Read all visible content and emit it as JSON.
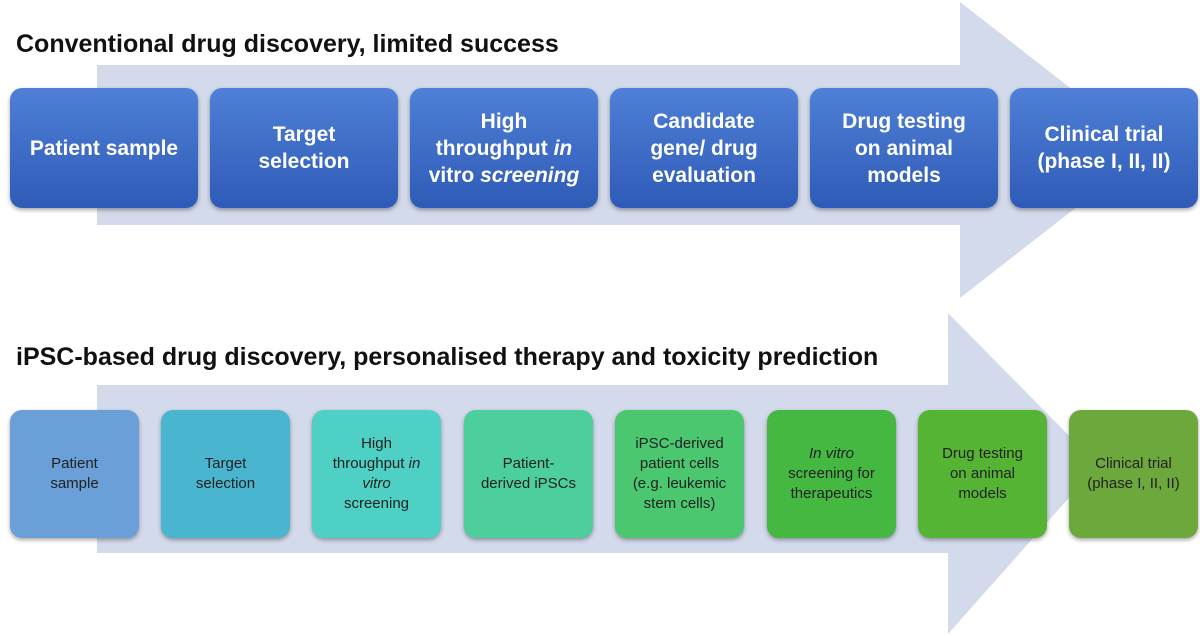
{
  "conventional": {
    "title": "Conventional drug discovery, limited success",
    "steps": [
      {
        "lines": [
          [
            "Patient sample"
          ]
        ]
      },
      {
        "lines": [
          [
            "Target"
          ],
          [
            "selection"
          ]
        ]
      },
      {
        "lines": [
          [
            "High"
          ],
          [
            "throughput ",
            "in"
          ],
          [
            "vitro",
            " screening"
          ]
        ]
      },
      {
        "lines": [
          [
            "Candidate"
          ],
          [
            "gene/ drug"
          ],
          [
            "evaluation"
          ]
        ]
      },
      {
        "lines": [
          [
            "Drug testing"
          ],
          [
            "on animal"
          ],
          [
            "models"
          ]
        ]
      },
      {
        "lines": [
          [
            "Clinical trial"
          ],
          [
            "(phase I, II, II)"
          ]
        ]
      }
    ]
  },
  "ipsc": {
    "title": "iPSC-based drug discovery, personalised therapy and toxicity prediction",
    "steps": [
      {
        "lines": [
          [
            "Patient"
          ],
          [
            "sample"
          ]
        ]
      },
      {
        "lines": [
          [
            "Target"
          ],
          [
            "selection"
          ]
        ]
      },
      {
        "lines": [
          [
            "High"
          ],
          [
            "throughput ",
            "in"
          ],
          [
            "",
            "vitro"
          ],
          [
            "screening"
          ]
        ]
      },
      {
        "lines": [
          [
            "Patient-"
          ],
          [
            "derived iPSCs"
          ]
        ]
      },
      {
        "lines": [
          [
            "iPSC-derived"
          ],
          [
            "patient cells"
          ],
          [
            "(e.g. leukemic"
          ],
          [
            "stem cells)"
          ]
        ]
      },
      {
        "lines": [
          [
            "",
            "In vitro"
          ],
          [
            "screening for"
          ],
          [
            "therapeutics"
          ]
        ]
      },
      {
        "lines": [
          [
            "Drug testing"
          ],
          [
            "on animal"
          ],
          [
            "models"
          ]
        ]
      },
      {
        "lines": [
          [
            "Clinical trial"
          ],
          [
            "(phase I, II, II)"
          ]
        ]
      }
    ]
  },
  "colors": {
    "arrow_fill": "#d3daeb",
    "row1_box": "#3565c4",
    "row2_boxes": [
      "#6a9fd8",
      "#4ab5cf",
      "#4fd0c4",
      "#4ccf9c",
      "#4bc76f",
      "#45b842",
      "#55b433",
      "#6da83d"
    ]
  }
}
